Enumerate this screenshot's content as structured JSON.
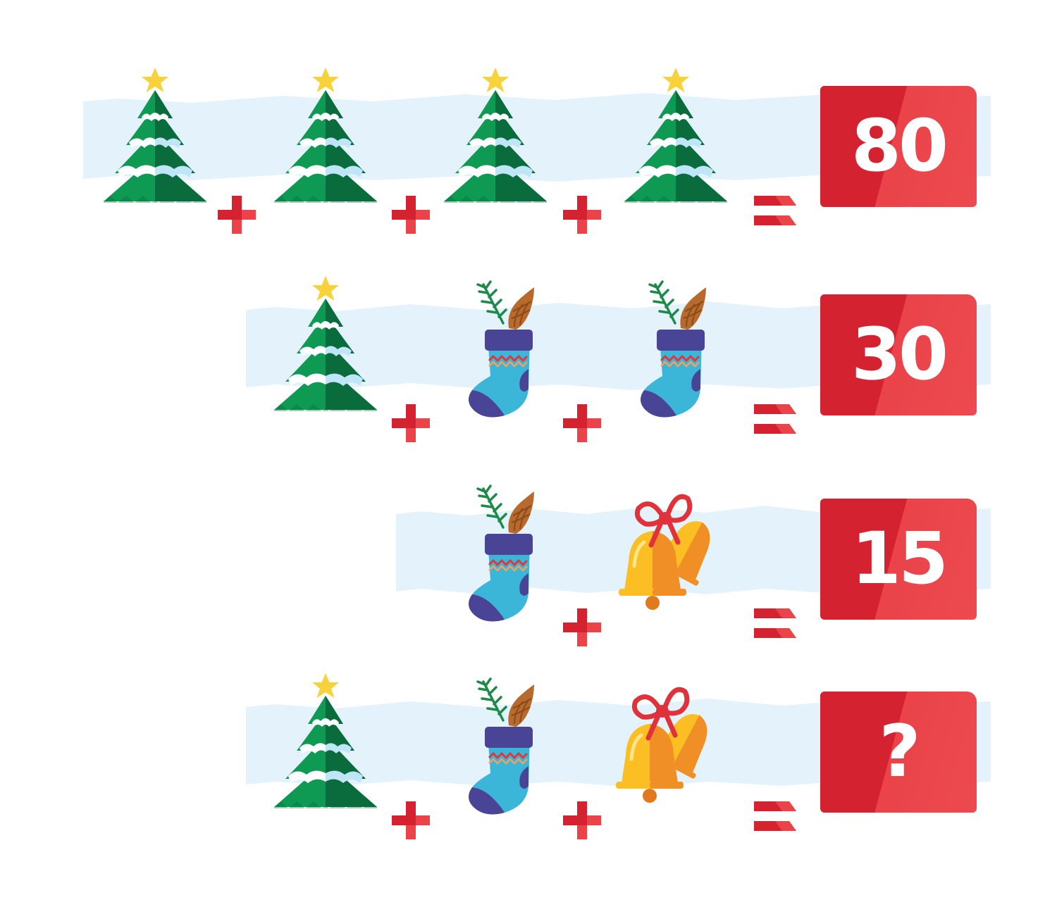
{
  "colors": {
    "band": "#e4f3fb",
    "plus": "#d42230",
    "equals": "#d42230",
    "result_dark": "#d42230",
    "result_light": "#ea434a",
    "tree_green": "#0e9a52",
    "tree_dark": "#0a6b3c",
    "snow": "#bfe6f7",
    "star": "#f8d23a",
    "sock": "#3bb5d8",
    "sock_cuff": "#4a4496",
    "bell": "#fbbf24",
    "bell_shade": "#ef8f26",
    "ribbon": "#e0323a"
  },
  "icons": {
    "tree": "christmas-tree-icon",
    "sock": "christmas-stocking-icon",
    "bells": "jingle-bells-icon",
    "plus": "plus-icon",
    "equals": "equals-icon"
  },
  "rows": [
    {
      "items": [
        "tree",
        "tree",
        "tree",
        "tree"
      ],
      "result": "80"
    },
    {
      "items": [
        "tree",
        "sock",
        "sock"
      ],
      "result": "30"
    },
    {
      "items": [
        "sock",
        "bells"
      ],
      "result": "15"
    },
    {
      "items": [
        "tree",
        "sock",
        "bells"
      ],
      "result": "?"
    }
  ]
}
